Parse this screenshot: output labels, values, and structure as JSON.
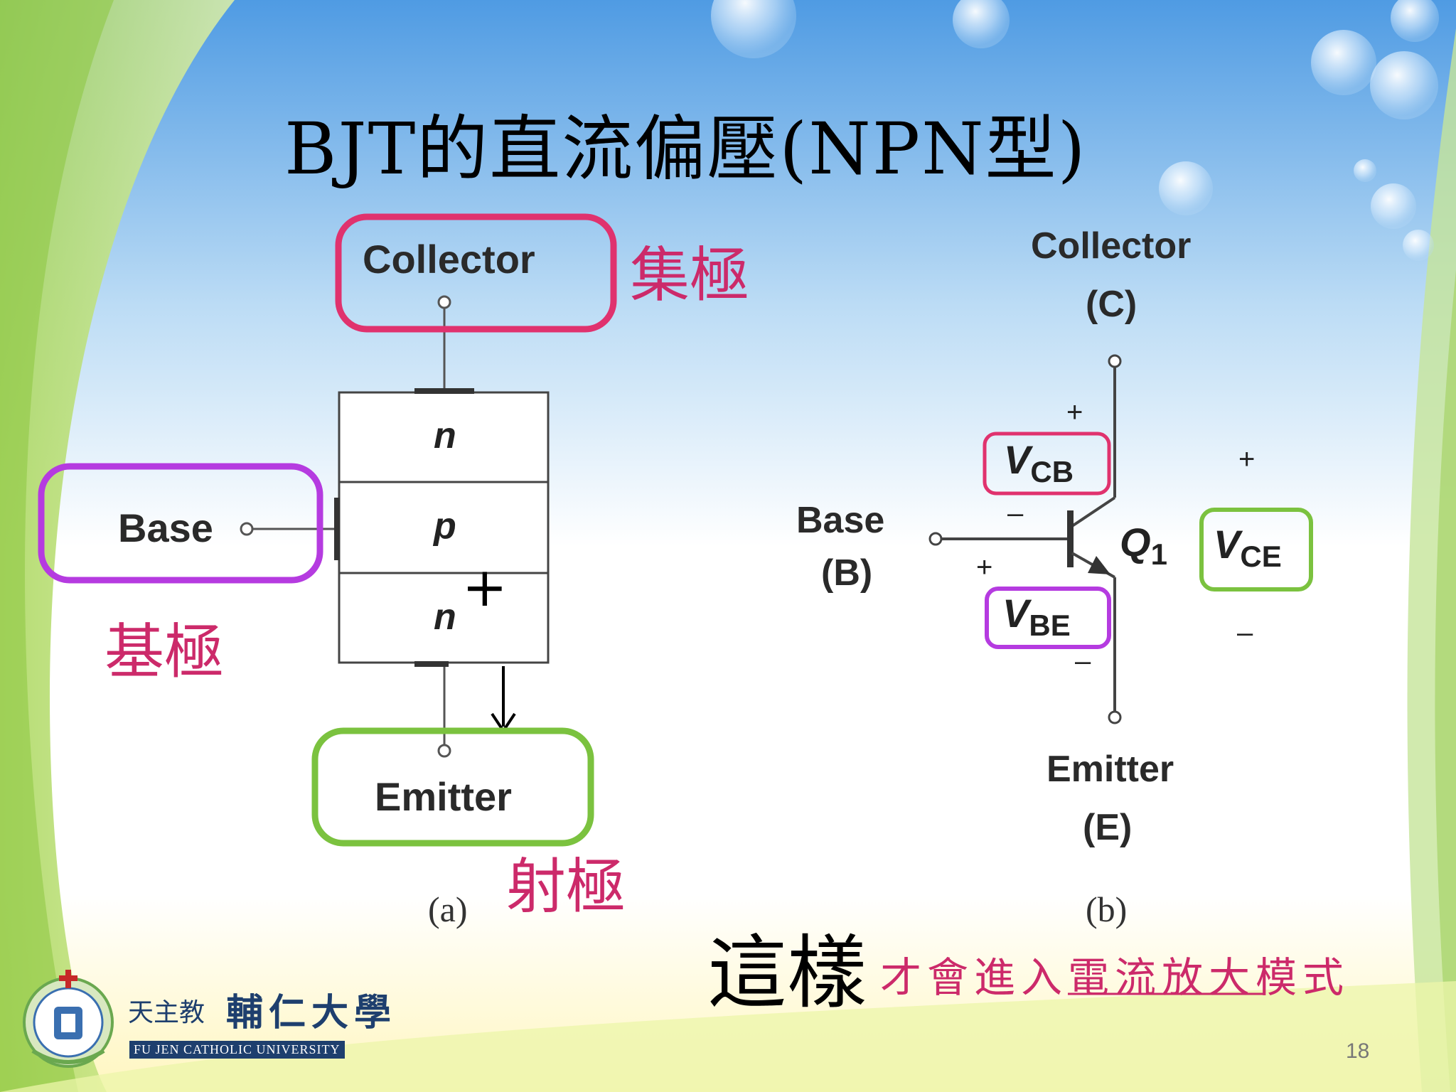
{
  "slide": {
    "title": "BJT的直流偏壓(NPN型)",
    "page_number": "18"
  },
  "diagram_a": {
    "terminals": {
      "collector": "Collector",
      "base": "Base",
      "emitter": "Emitter"
    },
    "layers": [
      "n",
      "p",
      "n"
    ],
    "plus_sign": "+",
    "caption": "(a)",
    "annotations": {
      "collector_cn": "集極",
      "base_cn": "基極",
      "emitter_cn": "射極"
    }
  },
  "diagram_b": {
    "collector_label": "Collector",
    "collector_letter": "(C)",
    "base_label": "Base",
    "base_letter": "(B)",
    "emitter_label": "Emitter",
    "emitter_letter": "(E)",
    "transistor": {
      "main": "Q",
      "sub": "1"
    },
    "vcb": {
      "main": "V",
      "sub": "CB"
    },
    "vbe": {
      "main": "V",
      "sub": "BE"
    },
    "vce": {
      "main": "V",
      "sub": "CE"
    },
    "plus": "+",
    "minus": "–",
    "caption": "(b)"
  },
  "footer": {
    "big_text": "這樣",
    "small_text_pre": "才會進入",
    "small_text_underlined": "電流放大",
    "small_text_post": "模式"
  },
  "logo": {
    "name_small": "天主教",
    "name_large": "輔仁大學",
    "name_en": "FU JEN CATHOLIC UNIVERSITY"
  },
  "colors": {
    "collector": "#e0326e",
    "base": "#b53be0",
    "emitter": "#7bc23f",
    "accent_text": "#cc2a6a"
  }
}
